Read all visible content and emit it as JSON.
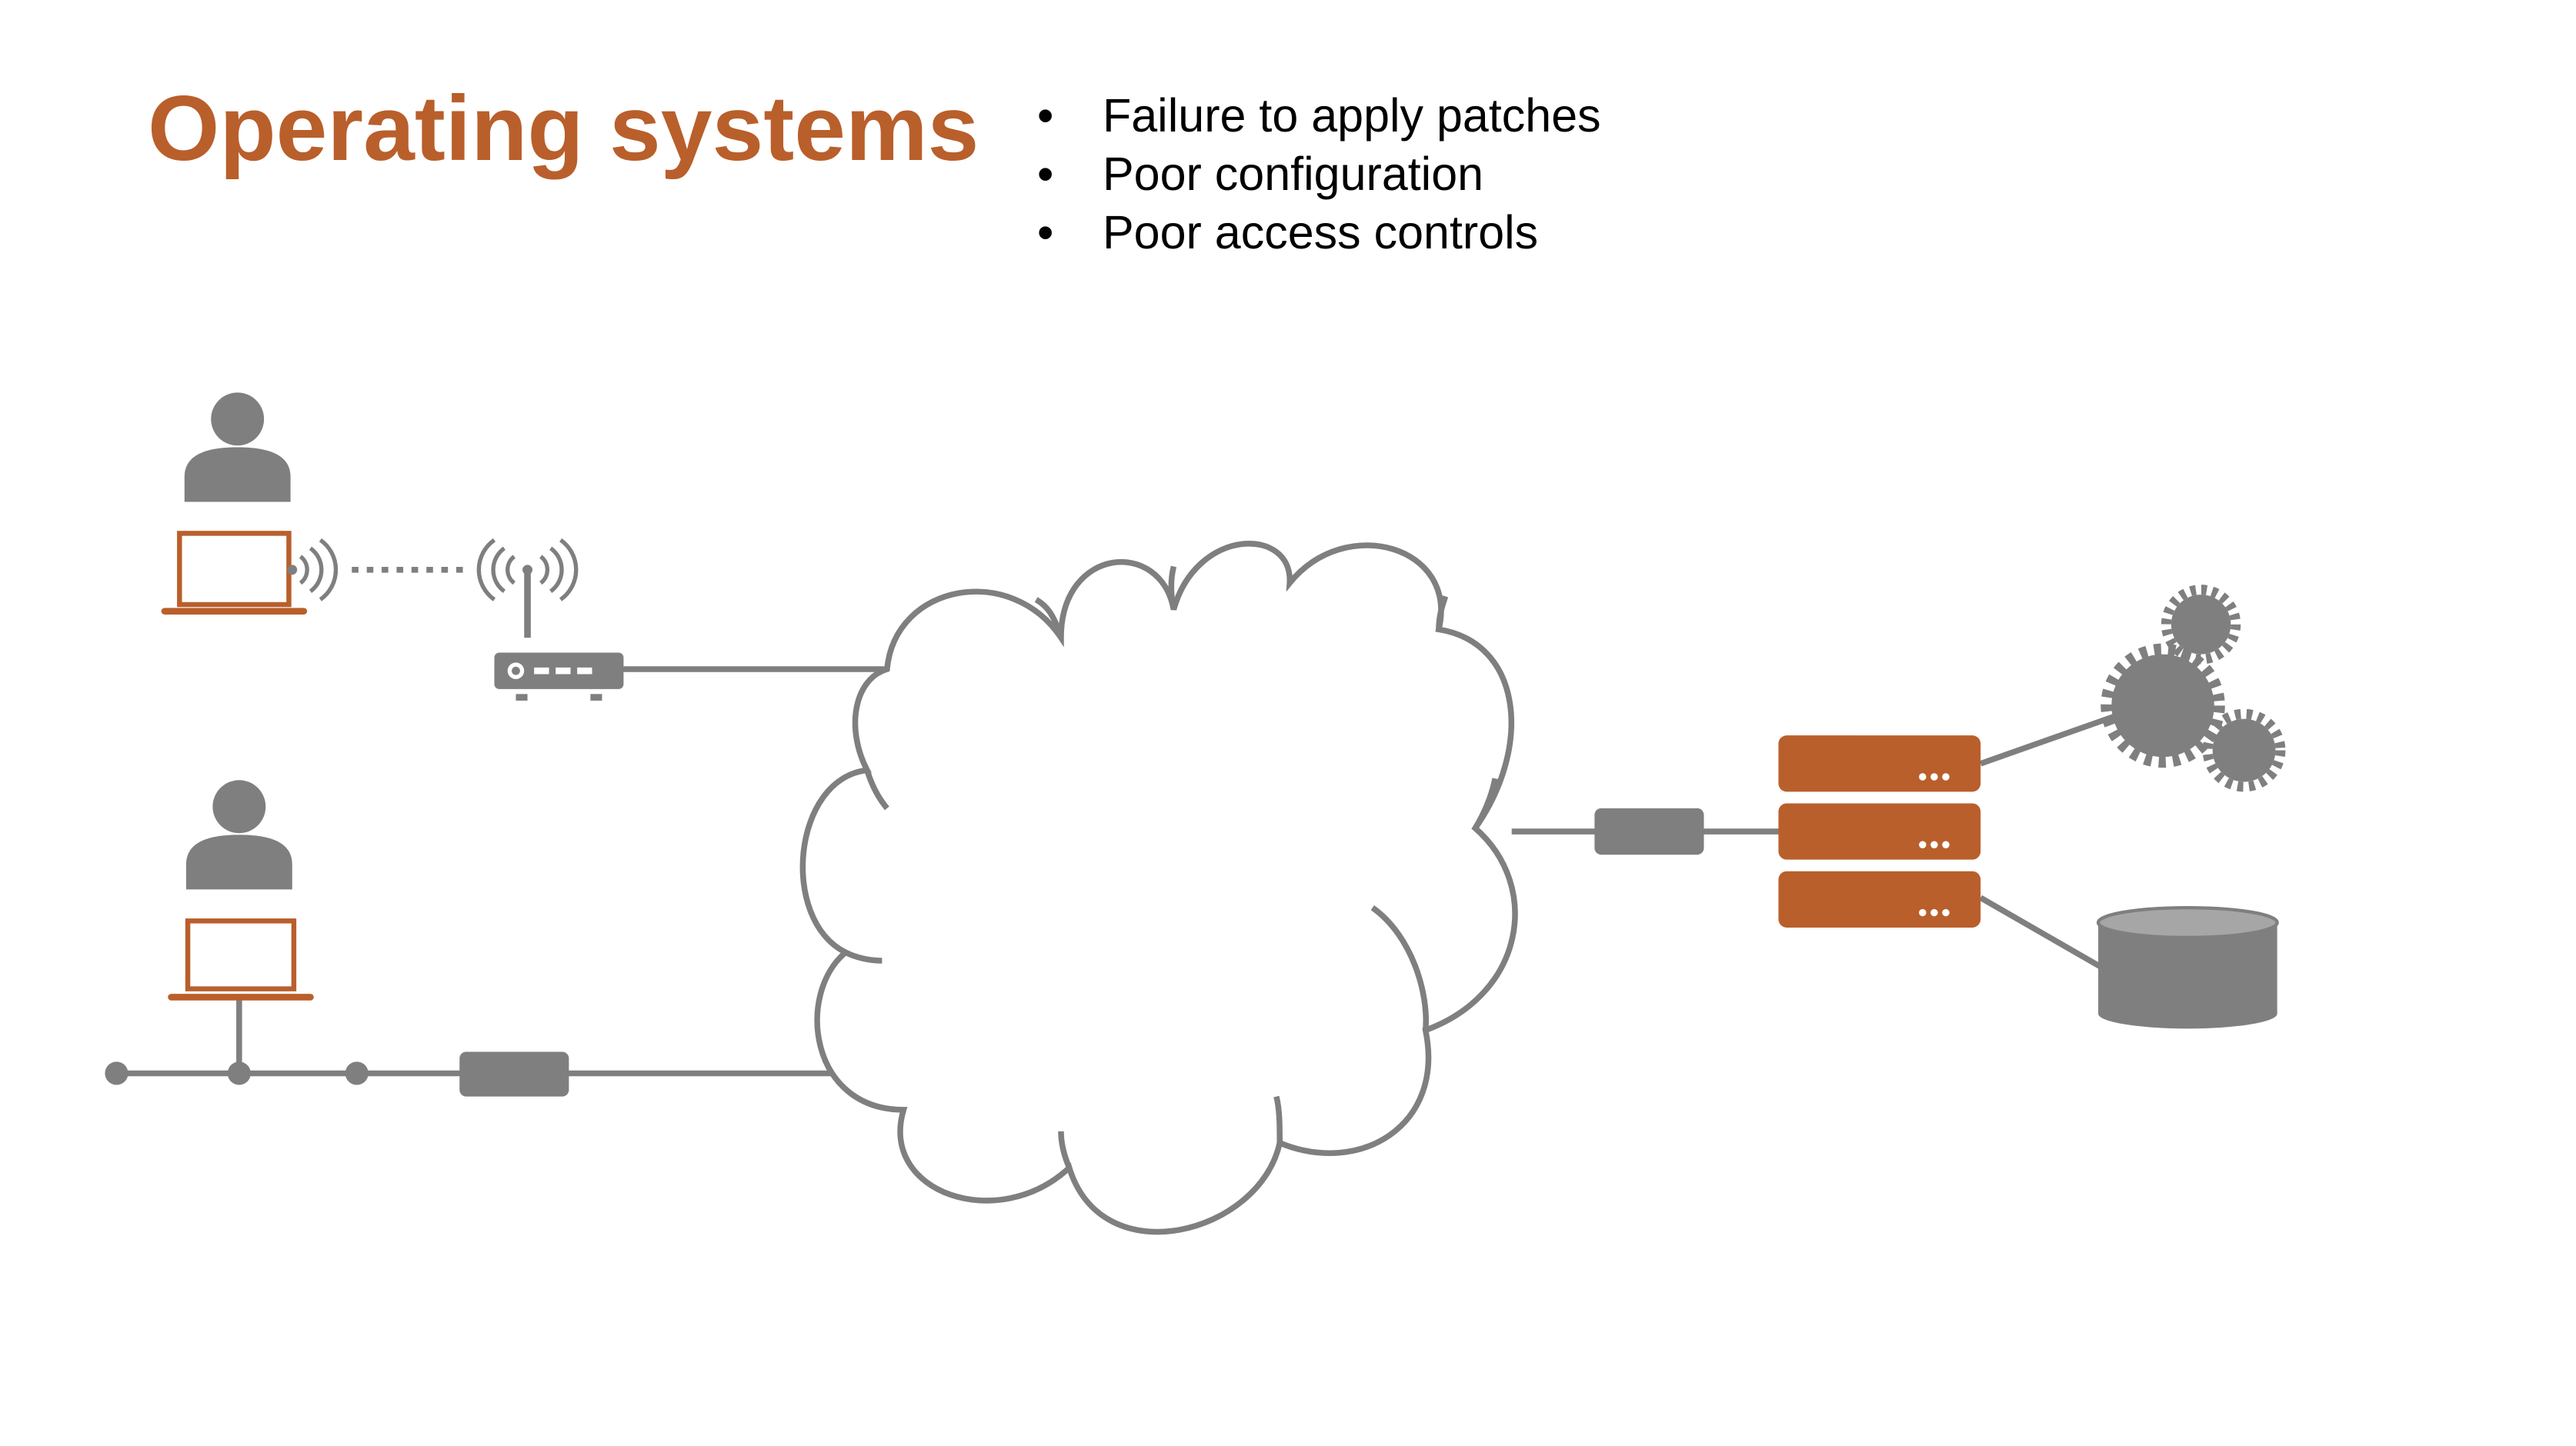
{
  "slide": {
    "title": "Operating systems",
    "bullets": [
      "Failure to apply patches",
      "Poor configuration",
      "Poor access controls"
    ]
  },
  "colors": {
    "accent": "#b95f2b",
    "icon_gray": "#7f7f7f",
    "line_gray": "#7f7f7f",
    "background": "#ffffff"
  },
  "diagram": {
    "icons": [
      "wireless-user-icon",
      "laptop-icon",
      "wifi-signal-icon",
      "wireless-router-icon",
      "wired-user-icon",
      "network-bus-icon",
      "network-device-icon",
      "internet-cloud-icon",
      "server-rack-icon",
      "gears-icon",
      "database-icon"
    ]
  }
}
